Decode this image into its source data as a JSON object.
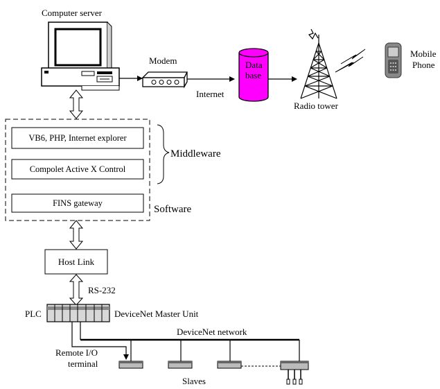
{
  "labels": {
    "computer_server": "Computer server",
    "modem": "Modem",
    "internet": "Internet",
    "database_line1": "Data",
    "database_line2": "base",
    "radio_tower": "Radio tower",
    "mobile_line1": "Mobile",
    "mobile_line2": "Phone",
    "middleware": "Middleware",
    "software": "Software",
    "rs232": "RS-232",
    "plc": "PLC",
    "devicenet_master_unit": "DeviceNet Master Unit",
    "devicenet_network": "DeviceNet network",
    "remote_io_line1": "Remote I/O",
    "remote_io_line2": "terminal",
    "slaves": "Slaves"
  },
  "boxes": {
    "vb6": "VB6, PHP, Internet explorer",
    "compolet": "Compolet Active X Control",
    "fins": "FINS gateway",
    "host_link": "Host Link"
  },
  "colors": {
    "database_fill": "#ff00ff",
    "line": "#000000"
  }
}
